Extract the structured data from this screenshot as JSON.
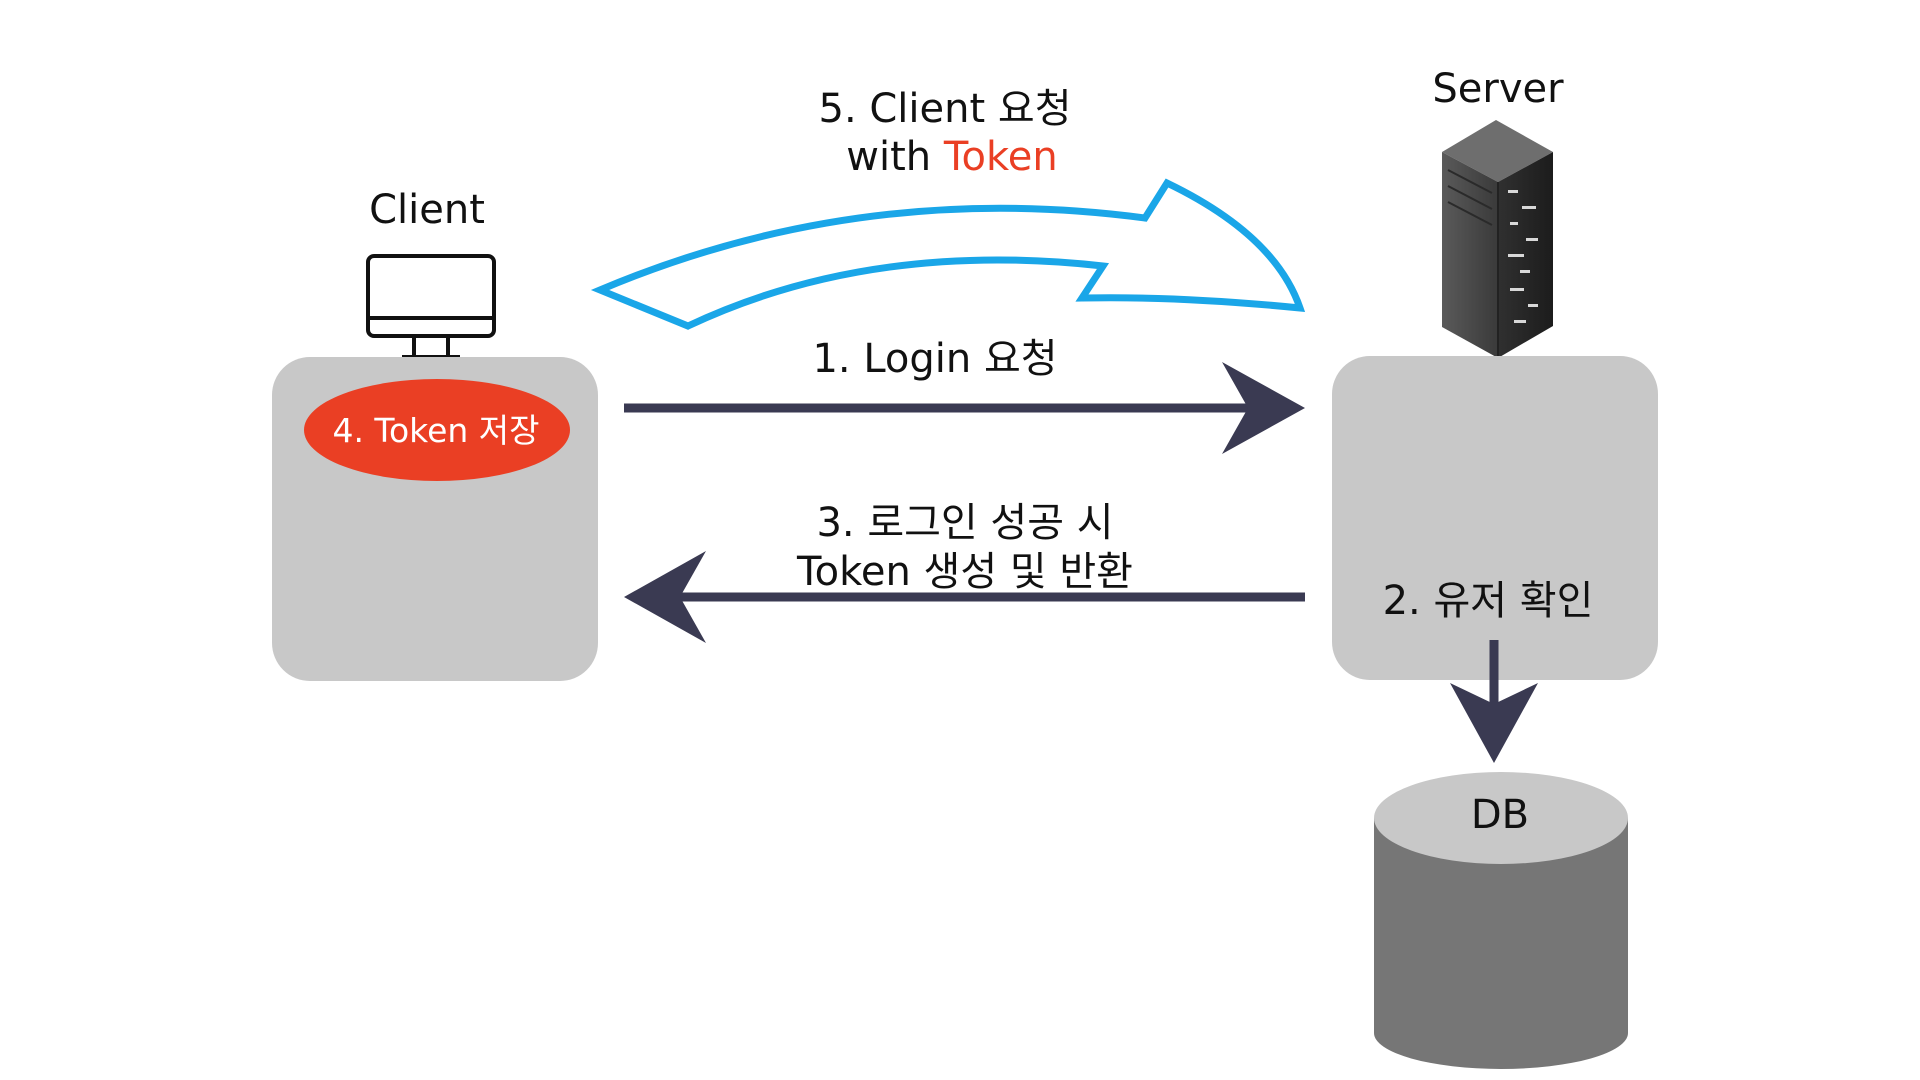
{
  "nodes": {
    "client_label": "Client",
    "server_label": "Server",
    "db_label": "DB"
  },
  "steps": {
    "step1": "1. Login 요청",
    "step2": "2. 유저 확인",
    "step3_line1": "3. 로그인 성공 시",
    "step3_line2": "Token 생성 및 반환",
    "step4": "4. Token 저장",
    "step5_line1": "5. Client 요청",
    "step5_line2_prefix": "with ",
    "step5_line2_token": "Token"
  },
  "colors": {
    "box": "#c8c8c8",
    "arrow": "#3a3a52",
    "curved_arrow": "#1aa6e8",
    "token_highlight": "#ea3f24",
    "db_top": "#c8c8c8",
    "db_body": "#767676",
    "text": "#111111"
  },
  "icons": {
    "client": "monitor-icon",
    "server": "server-rack-icon",
    "db": "database-cylinder-icon"
  }
}
